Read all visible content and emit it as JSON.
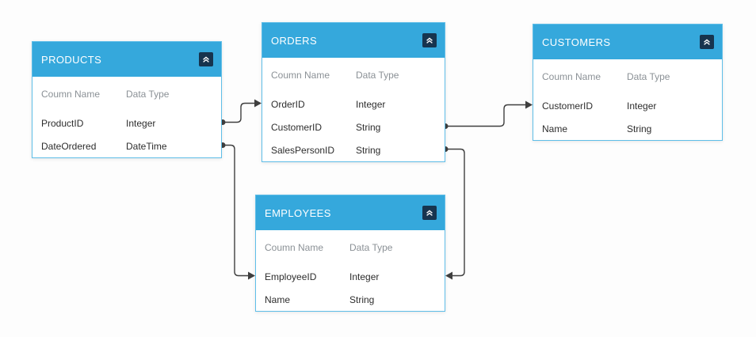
{
  "tables": [
    {
      "id": "products",
      "title": "PRODUCTS",
      "headers": {
        "name": "Coumn Name",
        "type": "Data Type"
      },
      "rows": [
        {
          "name": "ProductID",
          "type": "Integer"
        },
        {
          "name": "DateOrdered",
          "type": "DateTime"
        }
      ]
    },
    {
      "id": "orders",
      "title": "ORDERS",
      "headers": {
        "name": "Coumn Name",
        "type": "Data Type"
      },
      "rows": [
        {
          "name": "OrderID",
          "type": "Integer"
        },
        {
          "name": "CustomerID",
          "type": "String"
        },
        {
          "name": "SalesPersonID",
          "type": "String"
        }
      ]
    },
    {
      "id": "customers",
      "title": "CUSTOMERS",
      "headers": {
        "name": "Coumn Name",
        "type": "Data Type"
      },
      "rows": [
        {
          "name": "CustomerID",
          "type": "Integer"
        },
        {
          "name": "Name",
          "type": "String"
        }
      ]
    },
    {
      "id": "employees",
      "title": "EMPLOYEES",
      "headers": {
        "name": "Coumn Name",
        "type": "Data Type"
      },
      "rows": [
        {
          "name": "EmployeeID",
          "type": "Integer"
        },
        {
          "name": "Name",
          "type": "String"
        }
      ]
    }
  ],
  "colors": {
    "header_blue": "#35a8dc",
    "collapse_bg": "#17344e",
    "border": "#5fbee8",
    "line": "#3f3f3f"
  }
}
